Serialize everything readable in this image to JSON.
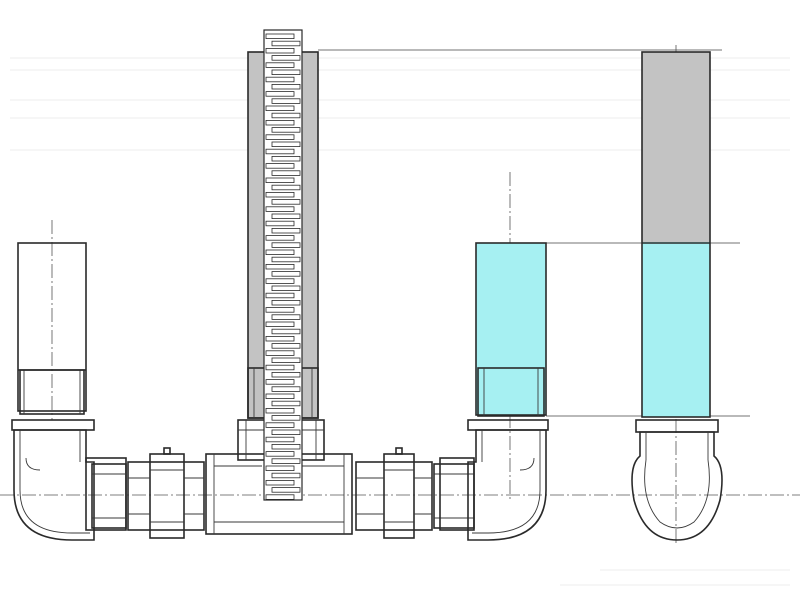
{
  "diagram": {
    "colors": {
      "background": "#ffffff",
      "outline": "#2a2a2a",
      "water": "#a6f0f2",
      "air": "#c3c3c3",
      "ghost": "#e9e9e9"
    },
    "parts": [
      "left-open-tube",
      "left-elbow",
      "left-nipple",
      "left-union",
      "center-tee",
      "threaded-rod",
      "right-union",
      "right-nipple",
      "right-elbow",
      "water-tube",
      "side-view-tube",
      "side-view-elbow"
    ],
    "fills": {
      "water_tube_water_fraction": 1.0,
      "side_tube_air_fraction": 0.52,
      "side_tube_water_fraction": 0.48
    }
  }
}
